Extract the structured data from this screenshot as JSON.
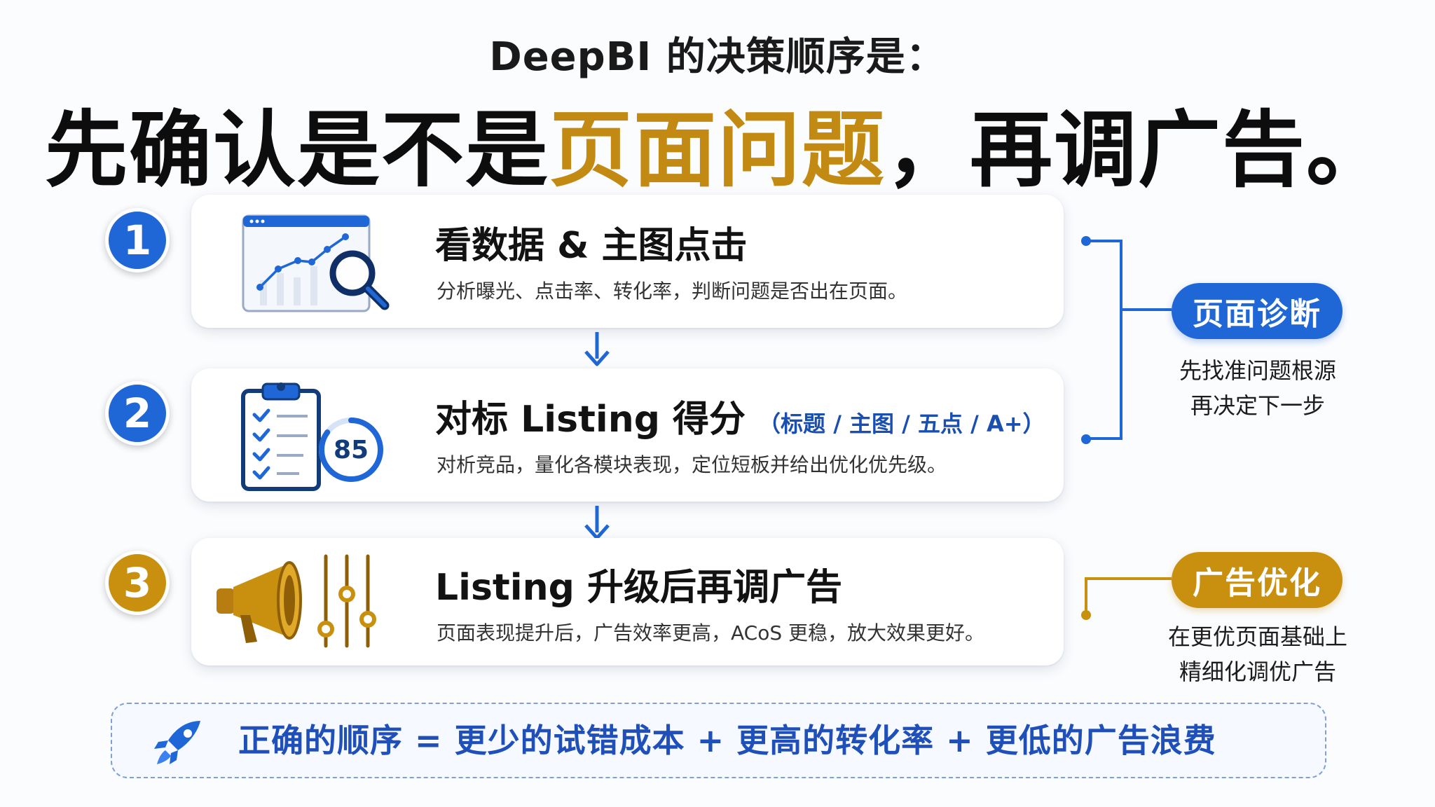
{
  "header": {
    "subtitle": "DeepBI 的决策顺序是：",
    "headline_part1": "先确认是不是",
    "headline_highlight": "页面问题",
    "headline_part2": "，再调广告。"
  },
  "steps": [
    {
      "number": "1",
      "title": "看数据 & 主图点击",
      "tag": "",
      "desc": "分析曝光、点击率、转化率，判断问题是否出在页面。"
    },
    {
      "number": "2",
      "title": "对标 Listing 得分",
      "tag": "（标题 / 主图 / 五点 / A+）",
      "desc": "对析竞品，量化各模块表现，定位短板并给出优化优先级。",
      "score": "85"
    },
    {
      "number": "3",
      "title": "Listing 升级后再调广告",
      "tag": "",
      "desc": "页面表现提升后，广告效率更高，ACoS 更稳，放大效果更好。"
    }
  ],
  "side": {
    "diagnosis": {
      "label": "页面诊断",
      "line1": "先找准问题根源",
      "line2": "再决定下一步"
    },
    "ads": {
      "label": "广告优化",
      "line1": "在更优页面基础上",
      "line2": "精细化调优广告"
    }
  },
  "footer": {
    "text": "正确的顺序 = 更少的试错成本 + 更高的转化率 + 更低的广告浪费"
  },
  "colors": {
    "blue": "#1f66d6",
    "gold": "#c9900f",
    "dark_text": "#141414"
  },
  "icons": [
    "analytics-chart-icon",
    "magnifier-icon",
    "clipboard-checklist-icon",
    "score-ring-icon",
    "megaphone-icon",
    "sliders-icon",
    "rocket-icon",
    "down-arrow-icon"
  ]
}
